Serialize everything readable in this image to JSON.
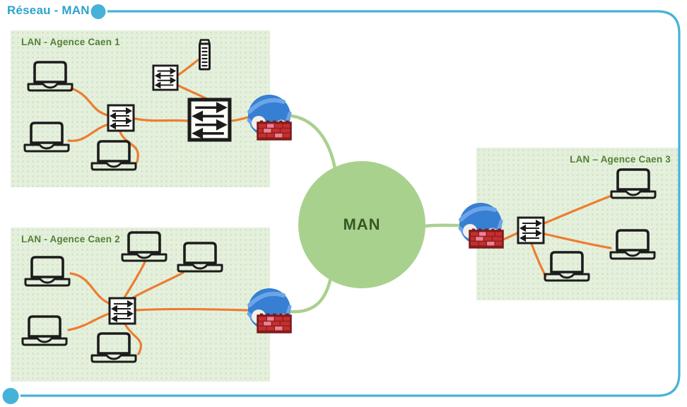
{
  "header": {
    "title": "Réseau - MAN"
  },
  "man": {
    "label": "MAN"
  },
  "lans": [
    {
      "label": "LAN - Agence Caen 1",
      "devices": {
        "laptops": 3,
        "access_switches": 2,
        "core_switches": 1,
        "servers": 1,
        "routers_with_firewall": 1
      }
    },
    {
      "label": "LAN - Agence Caen 2",
      "devices": {
        "laptops": 5,
        "access_switches": 1,
        "routers_with_firewall": 1
      }
    },
    {
      "label": "LAN – Agence Caen 3",
      "devices": {
        "laptops": 3,
        "access_switches": 1,
        "routers_with_firewall": 1
      }
    }
  ],
  "icons": {
    "laptop": "laptop-icon",
    "access_switch": "switch-icon",
    "core_switch": "core-switch-icon",
    "server": "server-icon",
    "router": "globe-router-icon",
    "firewall": "firewall-icon",
    "frame_accent": "accent-dot-icon"
  },
  "colors": {
    "frame_blue": "#46b2d8",
    "title_blue": "#2ba3cb",
    "lan_background": "#e4f0dc",
    "lan_title_green": "#538135",
    "man_fill": "#a9d18e",
    "man_text": "#385723",
    "cable_orange": "#ed7d31",
    "man_link_green": "#a9d18e",
    "device_stroke": "#1c1c1c",
    "globe_blue": "#377fd3",
    "globe_swoosh": "#6ba5e7",
    "firewall_dark_red": "#7c1a1a",
    "firewall_brick_red": "#c62f2f",
    "firewall_brick_pink": "#ee8095"
  },
  "connections": {
    "lan_cable_style": "orange curved ethernet cable",
    "man_link_style": "green curved WAN link"
  }
}
